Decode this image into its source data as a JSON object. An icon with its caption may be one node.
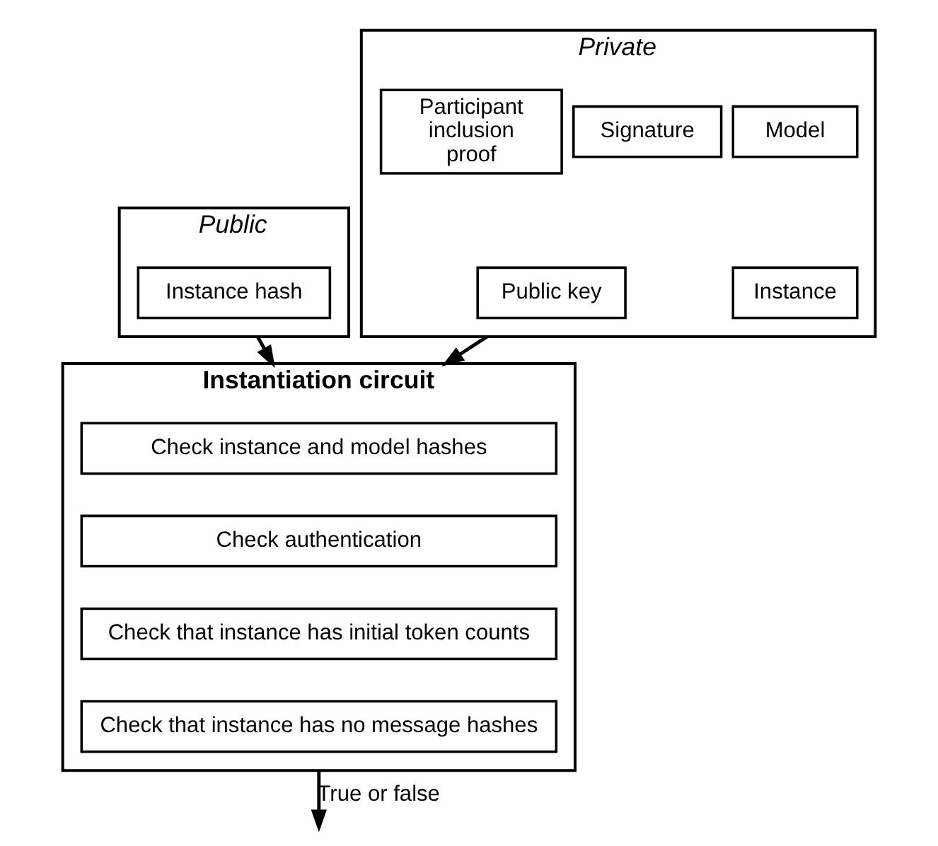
{
  "diagram": {
    "nodes": [
      {
        "text": [
          "Public"
        ]
      },
      {
        "text": [
          "Instance hash"
        ],
        "in": 0
      },
      {
        "text": [
          "Private"
        ]
      },
      {
        "text": [
          "Model"
        ],
        "in": 2
      },
      {
        "text": [
          "Signature"
        ],
        "in": 2
      },
      {
        "text": [
          "Participant inclusion proof"
        ],
        "in": 2
      },
      {
        "text": [
          "Instance"
        ],
        "in": 2
      },
      {
        "text": [
          "Public key"
        ],
        "in": 2
      },
      {
        "text": [
          "Instantiation circuit"
        ]
      },
      {
        "text": [
          "Check instance and model hashes"
        ],
        "in": 8
      },
      {
        "text": [
          "Check authentication"
        ],
        "in": 8
      },
      {
        "text": [
          "Check that instance has initial token counts"
        ],
        "in": 8
      },
      {
        "text": [
          "Check that instance has no message hashes"
        ],
        "in": 8
      }
    ],
    "edges": [
      {
        "from": 0,
        "to": 8,
        "arrow": "to"
      },
      {
        "from": 2,
        "to": 8,
        "arrow": "to"
      },
      {
        "from": 8,
        "to": null,
        "arrow": "to",
        "label": "True or false"
      }
    ]
  }
}
